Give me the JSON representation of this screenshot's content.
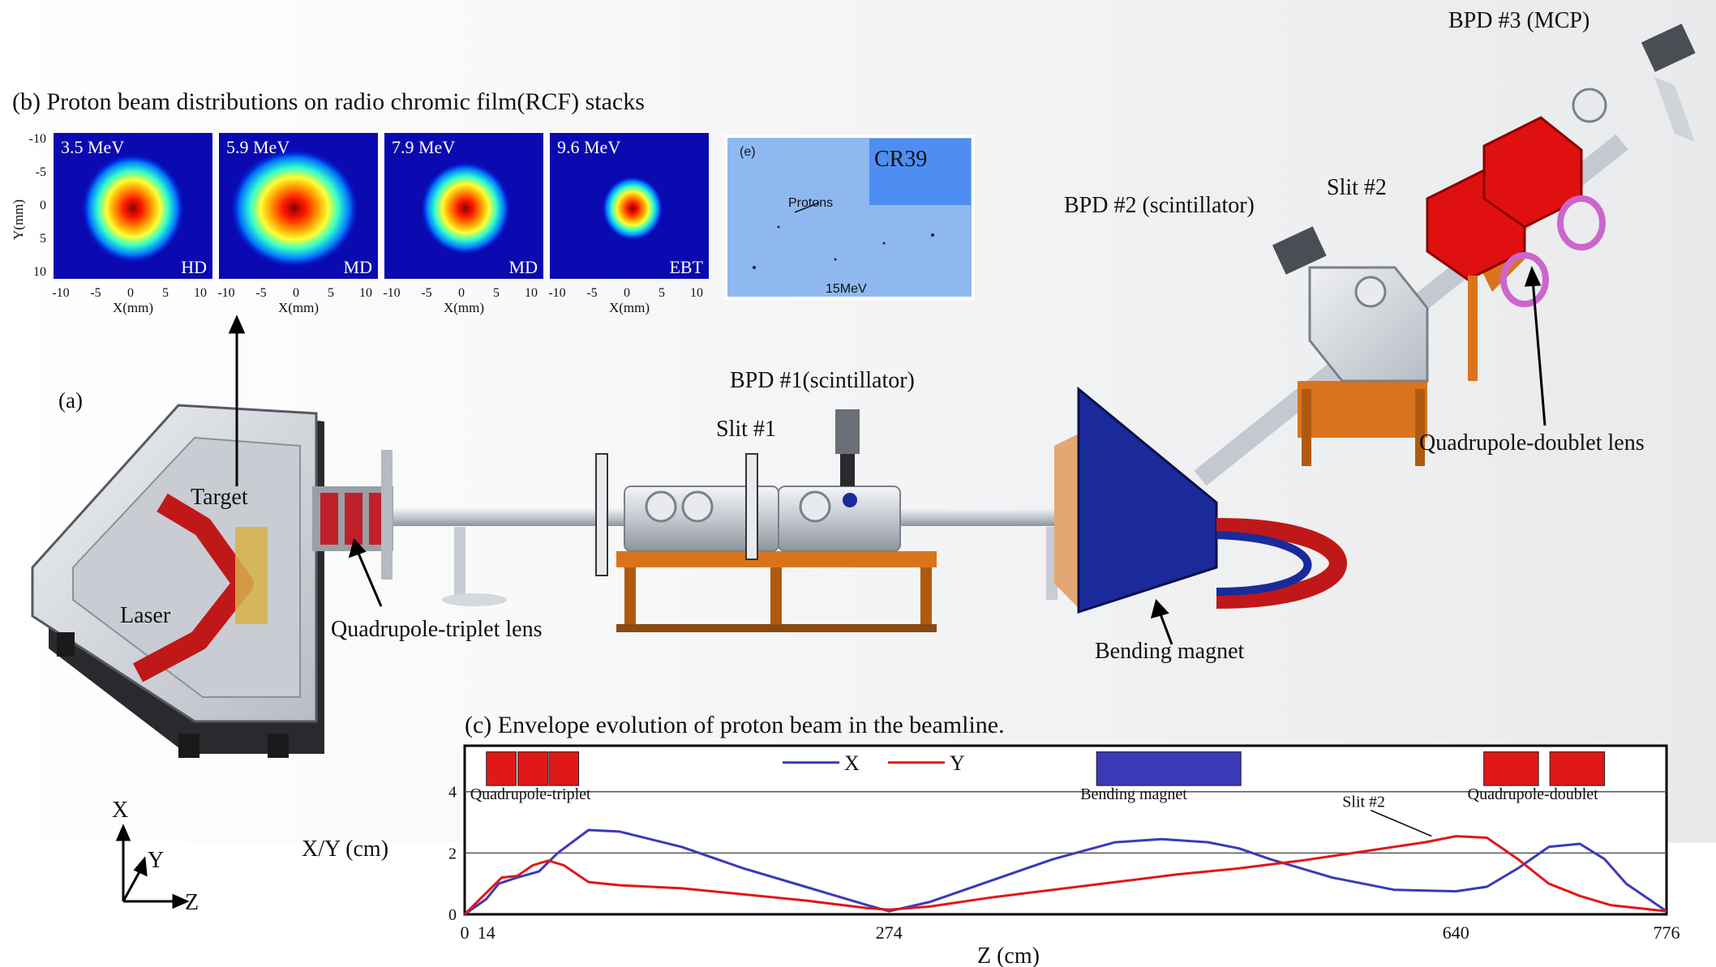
{
  "labels": {
    "panel_a": "(a)",
    "panel_b": "(b) Proton beam distributions on radio chromic film(RCF) stacks",
    "panel_c": "(c) Envelope evolution of proton beam in the beamline.",
    "target": "Target",
    "laser": "Laser",
    "quad_triplet_lens": "Quadrupole-triplet lens",
    "slit1": "Slit #1",
    "bpd1": "BPD #1(scintillator)",
    "bending_magnet": "Bending magnet",
    "bpd2": "BPD #2 (scintillator)",
    "slit2": "Slit #2",
    "bpd3": "BPD #3 (MCP)",
    "quad_doublet_lens": "Quadrupole-doublet lens",
    "axis_x": "X",
    "axis_y": "Y",
    "axis_z": "Z"
  },
  "colors": {
    "chamber": "#d9dce2",
    "laser": "#c01818",
    "quad_red": "#e01010",
    "magnet_blue": "#1a2a9a",
    "stand_orange": "#d9741c",
    "quad_magenta": "#cc66cc",
    "series_x": "#3a3ab8",
    "series_y": "#e01818",
    "cr39_bg": "#8fb8f0",
    "cr39_patch": "#4e8ef2"
  },
  "rcf": {
    "panels": [
      {
        "energy": "3.5 MeV",
        "tag": "HD"
      },
      {
        "energy": "5.9 MeV",
        "tag": "MD"
      },
      {
        "energy": "7.9 MeV",
        "tag": "MD"
      },
      {
        "energy": "9.6 MeV",
        "tag": "EBT"
      }
    ],
    "y_axis_label": "Y(mm)",
    "x_axis_label": "X(mm)",
    "y_ticks": [
      "-10",
      "-5",
      "0",
      "5",
      "10"
    ],
    "x_ticks": [
      "-10",
      "-5",
      "0",
      "5",
      "10"
    ]
  },
  "cr39": {
    "panel_tag": "(e)",
    "title": "CR39",
    "annotation": "Protons",
    "energy": "15MeV"
  },
  "chart_data": {
    "type": "line",
    "title": "(c) Envelope evolution of proton beam in the beamline.",
    "xlabel": "Z (cm)",
    "ylabel": "X/Y (cm)",
    "xlim": [
      0,
      776
    ],
    "ylim": [
      0,
      5.5
    ],
    "x_ticks": [
      0,
      14,
      274,
      640,
      776
    ],
    "y_ticks": [
      0,
      2,
      4
    ],
    "grid": "horizontal lines at 2 and 4",
    "legend": "top-center",
    "series": [
      {
        "name": "X",
        "color": "#3a3ab8",
        "x": [
          0,
          14,
          22,
          34,
          48,
          60,
          80,
          100,
          140,
          180,
          220,
          260,
          274,
          300,
          340,
          380,
          420,
          450,
          480,
          500,
          520,
          560,
          600,
          640,
          660,
          680,
          700,
          720,
          736,
          750,
          776
        ],
        "y": [
          0,
          0.5,
          1.0,
          1.2,
          1.4,
          2.0,
          2.75,
          2.7,
          2.2,
          1.5,
          0.9,
          0.3,
          0.1,
          0.4,
          1.1,
          1.8,
          2.35,
          2.45,
          2.35,
          2.15,
          1.8,
          1.2,
          0.8,
          0.75,
          0.9,
          1.5,
          2.2,
          2.3,
          1.8,
          1.0,
          0.1
        ]
      },
      {
        "name": "Y",
        "color": "#e01818",
        "x": [
          0,
          14,
          24,
          34,
          44,
          54,
          64,
          80,
          100,
          140,
          180,
          220,
          260,
          274,
          300,
          340,
          380,
          420,
          460,
          500,
          540,
          580,
          620,
          640,
          660,
          680,
          700,
          720,
          740,
          776
        ],
        "y": [
          0,
          0.7,
          1.2,
          1.25,
          1.6,
          1.75,
          1.6,
          1.05,
          0.95,
          0.85,
          0.65,
          0.45,
          0.2,
          0.15,
          0.25,
          0.55,
          0.8,
          1.05,
          1.3,
          1.5,
          1.75,
          2.05,
          2.35,
          2.55,
          2.5,
          1.8,
          1.0,
          0.6,
          0.3,
          0.1
        ]
      }
    ],
    "elements": [
      {
        "label": "Quadrupole-triplet",
        "color": "#e01818",
        "z_start": 14,
        "z_end": 74,
        "segments": 3
      },
      {
        "label": "Bending magnet",
        "color": "#3a3ab8",
        "z_start": 408,
        "z_end": 502,
        "segments": 1
      },
      {
        "label": "Quadrupole-doublet",
        "color": "#e01818",
        "z_start": 658,
        "z_end": 736,
        "segments": 2
      }
    ],
    "annotations": [
      {
        "text": "Slit #2",
        "z": 640
      }
    ]
  }
}
